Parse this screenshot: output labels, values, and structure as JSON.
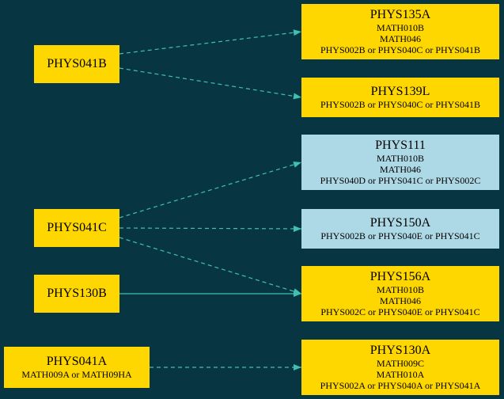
{
  "colors": {
    "background": "#073642",
    "node_primary": "#ffd700",
    "node_secondary": "#add8e6",
    "edge": "#40c0b0"
  },
  "nodes": {
    "phys041b": {
      "title": "PHYS041B"
    },
    "phys041c": {
      "title": "PHYS041C"
    },
    "phys130b": {
      "title": "PHYS130B"
    },
    "phys041a": {
      "title": "PHYS041A",
      "req": [
        "MATH009A or MATH09HA"
      ]
    },
    "phys135a": {
      "title": "PHYS135A",
      "req": [
        "MATH010B",
        "MATH046",
        "PHYS002B or PHYS040C or PHYS041B"
      ]
    },
    "phys139l": {
      "title": "PHYS139L",
      "req": [
        "PHYS002B or PHYS040C or PHYS041B"
      ]
    },
    "phys111": {
      "title": "PHYS111",
      "req": [
        "MATH010B",
        "MATH046",
        "PHYS040D or PHYS041C or PHYS002C"
      ]
    },
    "phys150a": {
      "title": "PHYS150A",
      "req": [
        "PHYS002B or PHYS040E or PHYS041C"
      ]
    },
    "phys156a": {
      "title": "PHYS156A",
      "req": [
        "MATH010B",
        "MATH046",
        "PHYS002C or PHYS040E or PHYS041C"
      ]
    },
    "phys130a": {
      "title": "PHYS130A",
      "req": [
        "MATH009C",
        "MATH010A",
        "PHYS002A or PHYS040A or PHYS041A"
      ]
    }
  },
  "edges": [
    {
      "from": "PHYS041B",
      "to": "PHYS135A",
      "style": "dashed"
    },
    {
      "from": "PHYS041B",
      "to": "PHYS139L",
      "style": "dashed"
    },
    {
      "from": "PHYS041C",
      "to": "PHYS111",
      "style": "dashed"
    },
    {
      "from": "PHYS041C",
      "to": "PHYS150A",
      "style": "dashed"
    },
    {
      "from": "PHYS041C",
      "to": "PHYS156A",
      "style": "dashed"
    },
    {
      "from": "PHYS130B",
      "to": "PHYS156A",
      "style": "solid"
    },
    {
      "from": "PHYS041A",
      "to": "PHYS130A",
      "style": "dashed"
    }
  ]
}
